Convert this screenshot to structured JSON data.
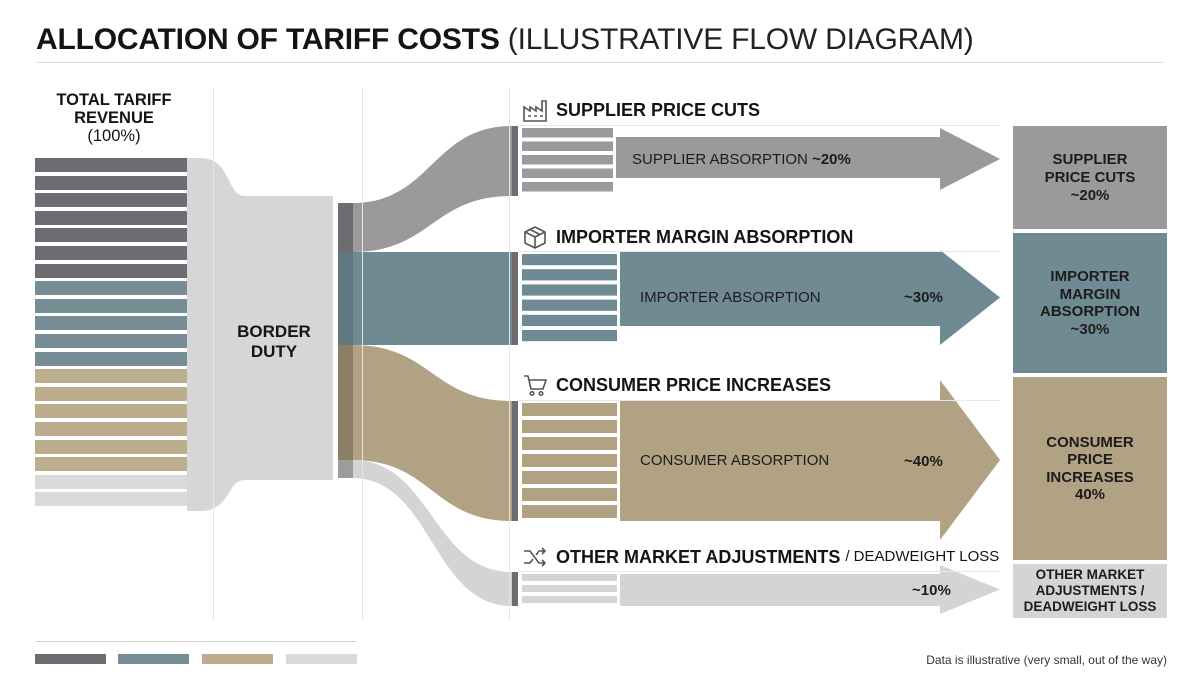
{
  "title": {
    "bold": "ALLOCATION OF TARIFF COSTS",
    "light": "(ILLUSTRATIVE FLOW DIAGRAM)"
  },
  "source": {
    "label_line1": "TOTAL TARIFF",
    "label_line2": "REVENUE",
    "label_pct": "(100%)"
  },
  "duty": {
    "line1": "BORDER",
    "line2": "DUTY"
  },
  "colors": {
    "supplier": "#9a9a9c",
    "importer": "#6f8a92",
    "consumer": "#b1a283",
    "other": "#d4d4d4",
    "dark": "#6c6c72",
    "duty_node": "#d6d6d6",
    "slate_bar": "#778d95",
    "tan_bar": "#bcae8d",
    "light_bar": "#d9d9d9"
  },
  "categories": [
    {
      "key": "supplier",
      "header": "SUPPLIER PRICE CUTS",
      "header_suffix": "",
      "icon": "factory-icon",
      "arrow_label": "SUPPLIER ABSORPTION",
      "arrow_pct": "~20%",
      "share": 20,
      "result_lines": [
        "SUPPLIER",
        "PRICE CUTS",
        "~20%"
      ]
    },
    {
      "key": "importer",
      "header": "IMPORTER MARGIN ABSORPTION",
      "header_suffix": "",
      "icon": "box-icon",
      "arrow_label": "IMPORTER ABSORPTION",
      "arrow_pct": "~30%",
      "share": 30,
      "result_lines": [
        "IMPORTER",
        "MARGIN",
        "ABSORPTION",
        "~30%"
      ]
    },
    {
      "key": "consumer",
      "header": "CONSUMER PRICE INCREASES",
      "header_suffix": "",
      "icon": "shopping-cart-icon",
      "arrow_label": "CONSUMER ABSORPTION",
      "arrow_pct": "~40%",
      "share": 40,
      "result_lines": [
        "CONSUMER",
        "PRICE",
        "INCREASES",
        "40%"
      ]
    },
    {
      "key": "other",
      "header": "OTHER MARKET ADJUSTMENTS",
      "header_suffix": "/ DEADWEIGHT LOSS",
      "icon": "shuffle-icon",
      "arrow_label": "",
      "arrow_pct": "~10%",
      "share": 10,
      "result_lines": [
        "OTHER MARKET",
        "ADJUSTMENTS /",
        "DEADWEIGHT LOSS"
      ]
    }
  ],
  "footnote": "Data is illustrative (very small, out of the way)"
}
